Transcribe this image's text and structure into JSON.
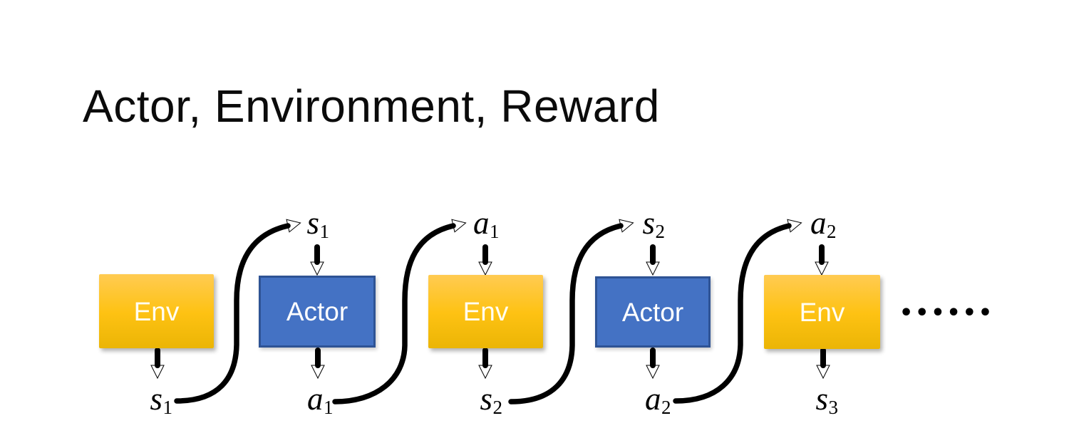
{
  "slide": {
    "title": "Actor, Environment, Reward",
    "ellipsis": "••••••"
  },
  "diagram": {
    "boxes": [
      {
        "label": "Env",
        "type": "env"
      },
      {
        "label": "Actor",
        "type": "actor"
      },
      {
        "label": "Env",
        "type": "env"
      },
      {
        "label": "Actor",
        "type": "actor"
      },
      {
        "label": "Env",
        "type": "env"
      }
    ],
    "top_labels": [
      {
        "var": "s",
        "sub": "1"
      },
      {
        "var": "a",
        "sub": "1"
      },
      {
        "var": "s",
        "sub": "2"
      },
      {
        "var": "a",
        "sub": "2"
      }
    ],
    "bottom_labels": [
      {
        "var": "s",
        "sub": "1"
      },
      {
        "var": "a",
        "sub": "1"
      },
      {
        "var": "s",
        "sub": "2"
      },
      {
        "var": "a",
        "sub": "2"
      },
      {
        "var": "s",
        "sub": "3"
      }
    ],
    "colors": {
      "env_top": "#FFCB52",
      "env_mid": "#FEC213",
      "env_bottom": "#EBB505",
      "env_text": "#FFFDF2",
      "actor_fill": "#4472C4",
      "actor_border": "#2E5395",
      "actor_text": "#FFFFFF",
      "arrow": "#000000"
    }
  }
}
